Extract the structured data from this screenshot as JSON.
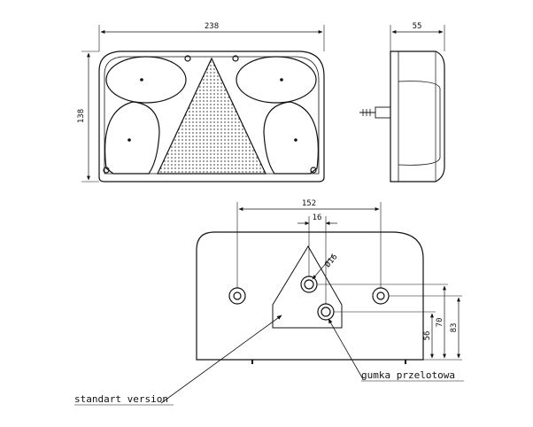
{
  "dimensions": {
    "width_238": "238",
    "depth_55": "55",
    "height_138": "138",
    "spacing_152": "152",
    "offset_16": "16",
    "hole_dia": "Ø16",
    "h_56": "56",
    "h_70": "70",
    "h_83": "83"
  },
  "labels": {
    "standard_version": "standart version",
    "rubber_grommet": "gumka przelotowa"
  }
}
